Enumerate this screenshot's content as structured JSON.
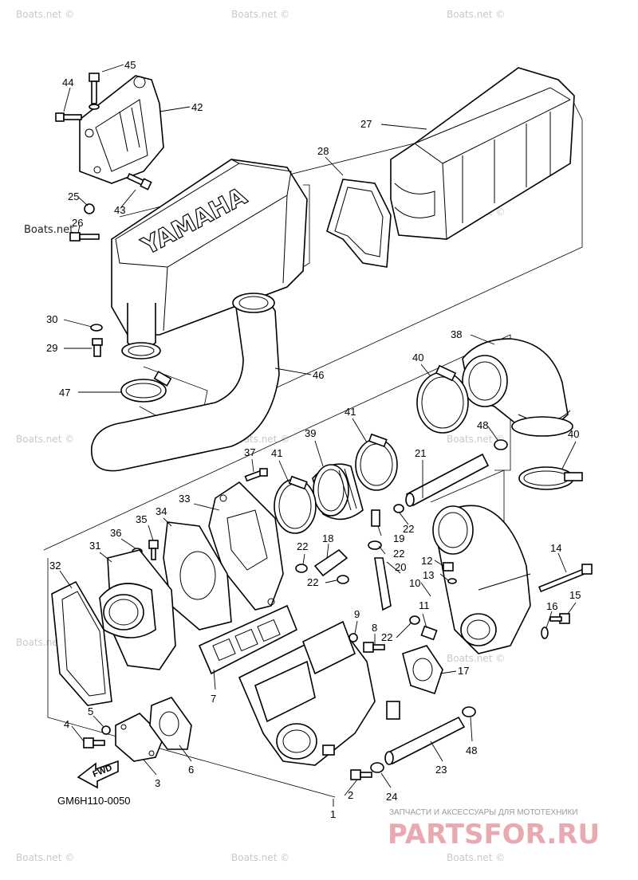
{
  "diagram": {
    "code": "GM6H110-0050",
    "embossed_brand": "YAMAHA",
    "fwd_label": "FWD",
    "watermark": "Boats.net",
    "watermark_copy": "Boats.net ©",
    "retailer_tagline": "ЗАПЧАСТИ И АКСЕССУАРЫ ДЛЯ МОТОТЕХНИКИ",
    "retailer_logo": "PARTSFOR.RU",
    "callouts": [
      {
        "id": "c45",
        "label": "45"
      },
      {
        "id": "c44",
        "label": "44"
      },
      {
        "id": "c42",
        "label": "42"
      },
      {
        "id": "c27",
        "label": "27"
      },
      {
        "id": "c28",
        "label": "28"
      },
      {
        "id": "c25",
        "label": "25"
      },
      {
        "id": "c26",
        "label": "26"
      },
      {
        "id": "c43",
        "label": "43"
      },
      {
        "id": "c30",
        "label": "30"
      },
      {
        "id": "c29",
        "label": "29"
      },
      {
        "id": "c47",
        "label": "47"
      },
      {
        "id": "c46",
        "label": "46"
      },
      {
        "id": "c38",
        "label": "38"
      },
      {
        "id": "c40a",
        "label": "40"
      },
      {
        "id": "c48a",
        "label": "48"
      },
      {
        "id": "c40b",
        "label": "40"
      },
      {
        "id": "c41a",
        "label": "41"
      },
      {
        "id": "c39",
        "label": "39"
      },
      {
        "id": "c37",
        "label": "37"
      },
      {
        "id": "c41b",
        "label": "41"
      },
      {
        "id": "c21",
        "label": "21"
      },
      {
        "id": "c33",
        "label": "33"
      },
      {
        "id": "c35",
        "label": "35"
      },
      {
        "id": "c34",
        "label": "34"
      },
      {
        "id": "c36",
        "label": "36"
      },
      {
        "id": "c31",
        "label": "31"
      },
      {
        "id": "c22a",
        "label": "22"
      },
      {
        "id": "c22b",
        "label": "22"
      },
      {
        "id": "c19",
        "label": "19"
      },
      {
        "id": "c18",
        "label": "18"
      },
      {
        "id": "c22c",
        "label": "22"
      },
      {
        "id": "c22d",
        "label": "22"
      },
      {
        "id": "c12",
        "label": "12"
      },
      {
        "id": "c14",
        "label": "14"
      },
      {
        "id": "c20",
        "label": "20"
      },
      {
        "id": "c13",
        "label": "13"
      },
      {
        "id": "c32",
        "label": "32"
      },
      {
        "id": "c10",
        "label": "10"
      },
      {
        "id": "c15",
        "label": "15"
      },
      {
        "id": "c16",
        "label": "16"
      },
      {
        "id": "c11",
        "label": "11"
      },
      {
        "id": "c9",
        "label": "9"
      },
      {
        "id": "c8",
        "label": "8"
      },
      {
        "id": "c22e",
        "label": "22"
      },
      {
        "id": "c17",
        "label": "17"
      },
      {
        "id": "c7",
        "label": "7"
      },
      {
        "id": "c5",
        "label": "5"
      },
      {
        "id": "c4",
        "label": "4"
      },
      {
        "id": "c48b",
        "label": "48"
      },
      {
        "id": "c6",
        "label": "6"
      },
      {
        "id": "c3",
        "label": "3"
      },
      {
        "id": "c23",
        "label": "23"
      },
      {
        "id": "c2",
        "label": "2"
      },
      {
        "id": "c24",
        "label": "24"
      },
      {
        "id": "c1",
        "label": "1"
      }
    ]
  }
}
